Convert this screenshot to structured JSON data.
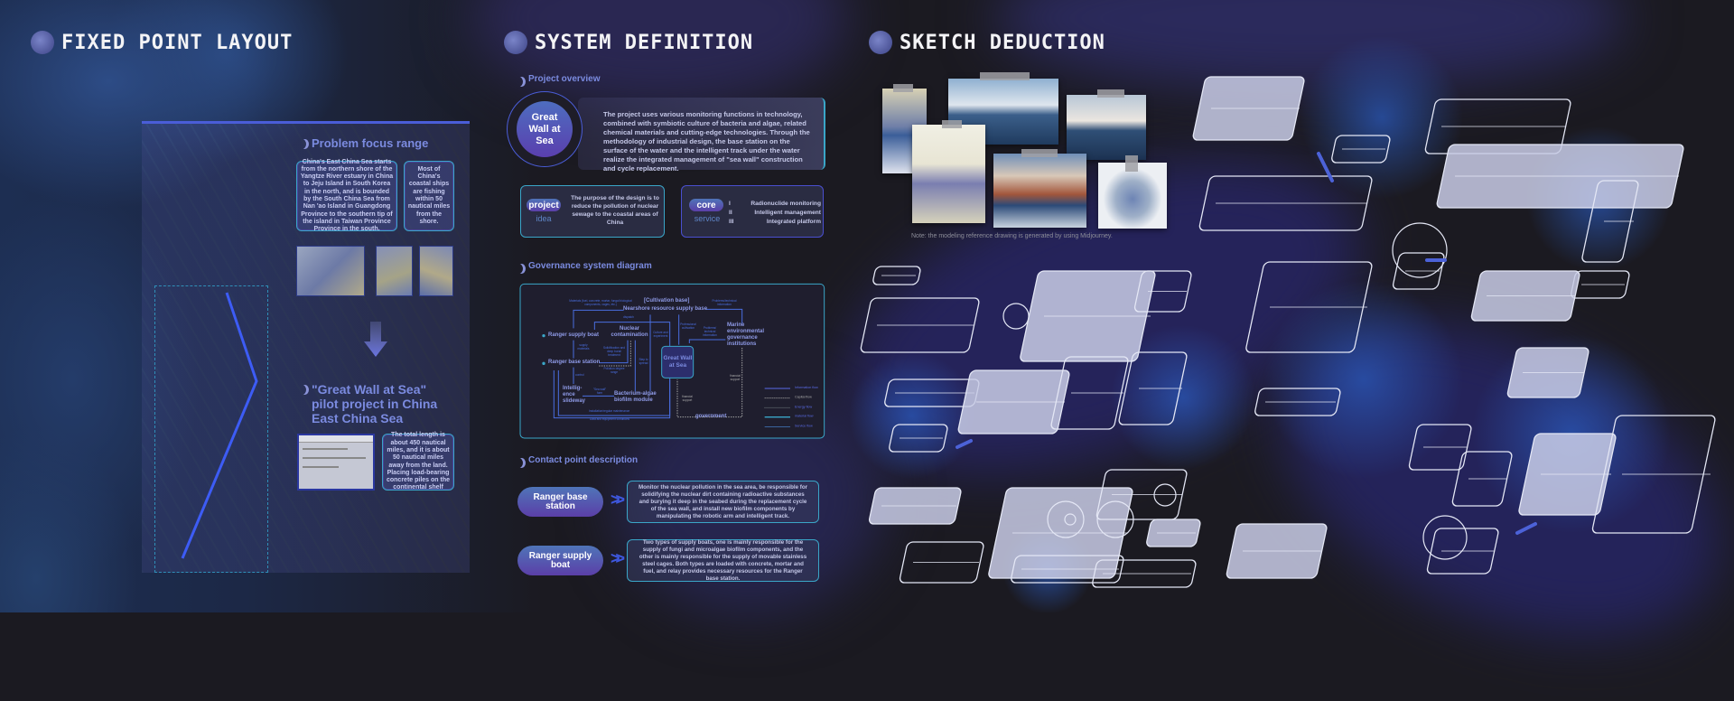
{
  "sections": {
    "fixed_point": {
      "title": "FIXED POINT LAYOUT",
      "problem_heading": "Problem focus range",
      "problem_text": "China's East China Sea starts from the northern shore of the Yangtze River estuary in China to Jeju Island in South Korea in the north, and is bounded by the South China Sea from Nan 'ao Island in Guangdong Province to the southern tip of the island in Taiwan Province Province in the south.",
      "ships_text": "Most of China's coastal ships are fishing within 50 nautical miles from the shore.",
      "pilot_heading": "\"Great Wall at Sea\" pilot project in China East China Sea",
      "pilot_text": "The total length is about 450 nautical miles, and it is about 50 nautical miles away from the land. Placing load-bearing concrete piles on the continental shelf"
    },
    "system": {
      "title": "SYSTEM DEFINITION",
      "overview_heading": "Project overview",
      "emblem": "Great Wall at Sea",
      "overview_text": "The project uses various monitoring functions in technology, combined with symbiotic culture of bacteria and algae, related chemical materials and cutting-edge technologies. Through the methodology of industrial design, the base station on the surface of the water and the intelligent track under the water realize the integrated management of \"sea wall\" construction and cycle replacement.",
      "idea": {
        "badge": "project",
        "label": "idea",
        "text": "The purpose of the design is to reduce the pollution of nuclear sewage to the coastal areas of China"
      },
      "core": {
        "badge": "core",
        "label": "service",
        "items": [
          {
            "num": "I",
            "text": "Radionuclide monitoring"
          },
          {
            "num": "II",
            "text": "Intelligent management"
          },
          {
            "num": "III",
            "text": "Integrated platform"
          }
        ]
      },
      "diagram_heading": "Governance system diagram",
      "diagram": {
        "cultivation": "[Cultivation base]",
        "nearshore": "Nearshore resource supply base",
        "materials": "Materials (fuel, concrete, mortar, fungal biological components, cages, etc.)",
        "problems_info": "Problems/technical information",
        "dispatch": "dispatch",
        "ranger_boat": "Ranger supply boat",
        "ranger_station": "Ranger base station",
        "nuclear": "Nuclear contamination",
        "culture": "Culture and experiment",
        "professional": "Professional cultivation",
        "problems_tech": "Problems/ technical information",
        "marine": "Marine environmental governance institutions",
        "supply_materials": "supply materials",
        "solid": "Solidification and deep burial treatment",
        "pollution": "Pollution degree range",
        "step": "Step to spread",
        "great_wall": "Great Wall at Sea",
        "control": "control",
        "financial1": "financial support",
        "financial2": "financial support",
        "intel": "Intellig- ence slideway",
        "seawall": "\"Sea wall\" form",
        "bacterium": "Bacterium-algae biofilm module",
        "install": "Installation/regular maintenance",
        "data": "Data and equipment conditions",
        "government": "government",
        "legend": [
          "Information flow",
          "Capital flow",
          "Energy flow",
          "material flow",
          "Service flow"
        ]
      },
      "contact_heading": "Contact point description",
      "contacts": [
        {
          "name": "Ranger base station",
          "text": "Monitor the nuclear pollution in the sea area, be responsible for solidifying the nuclear dirt containing radioactive substances and burying it deep in the seabed during the replacement cycle of the sea wall, and install new biofilm components by manipulating the robotic arm and intelligent track."
        },
        {
          "name": "Ranger supply boat",
          "text": "Two types of supply boats, one is mainly responsible for the supply of fungi and microalgae biofilm components, and the other is mainly responsible for the supply of movable stainless steel cages. Both types are loaded with concrete, mortar and fuel, and relay provides necessary resources for the Ranger base station."
        }
      ]
    },
    "sketch": {
      "title": "SKETCH DEDUCTION",
      "note": "Note: the modeling reference drawing is generated by using Midjourney."
    }
  },
  "colors": {
    "accent": "#4a5dd8",
    "cyan": "#3aa6c8",
    "heading": "#7b8be0",
    "bg": "#1b1a21"
  }
}
